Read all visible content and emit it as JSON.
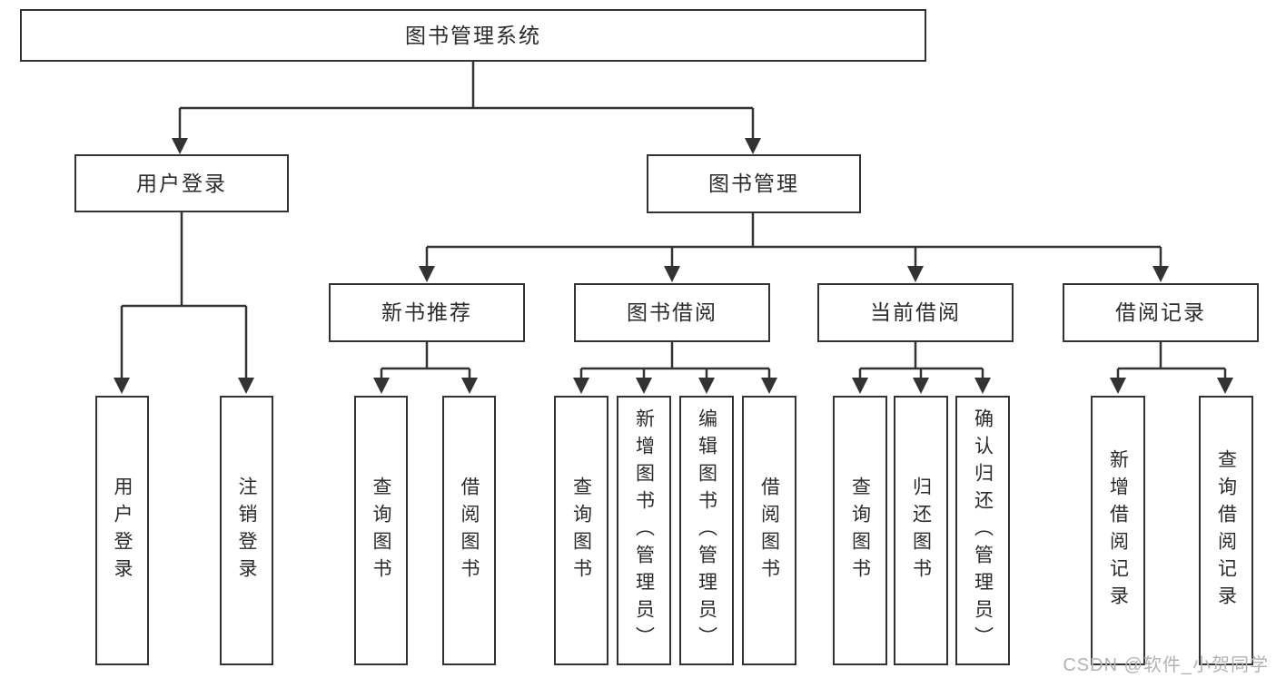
{
  "colors": {
    "line": "#333333",
    "box_border": "#333333",
    "text": "#2b2b2b",
    "background": "#ffffff",
    "watermark": "#b3b3b3"
  },
  "watermark": "CSDN @软件_小贺同学",
  "tree": {
    "label": "图书管理系统",
    "children": [
      {
        "label": "用户登录",
        "children": [
          {
            "label": "用户登录"
          },
          {
            "label": "注销登录"
          }
        ]
      },
      {
        "label": "图书管理",
        "children": [
          {
            "label": "新书推荐",
            "children": [
              {
                "label": "查询图书"
              },
              {
                "label": "借阅图书"
              }
            ]
          },
          {
            "label": "图书借阅",
            "children": [
              {
                "label": "查询图书"
              },
              {
                "label": "新增图书（管理员）"
              },
              {
                "label": "编辑图书（管理员）"
              },
              {
                "label": "借阅图书"
              }
            ]
          },
          {
            "label": "当前借阅",
            "children": [
              {
                "label": "查询图书"
              },
              {
                "label": "归还图书"
              },
              {
                "label": "确认归还（管理员）"
              }
            ]
          },
          {
            "label": "借阅记录",
            "children": [
              {
                "label": "新增借阅记录"
              },
              {
                "label": "查询借阅记录"
              }
            ]
          }
        ]
      }
    ]
  }
}
